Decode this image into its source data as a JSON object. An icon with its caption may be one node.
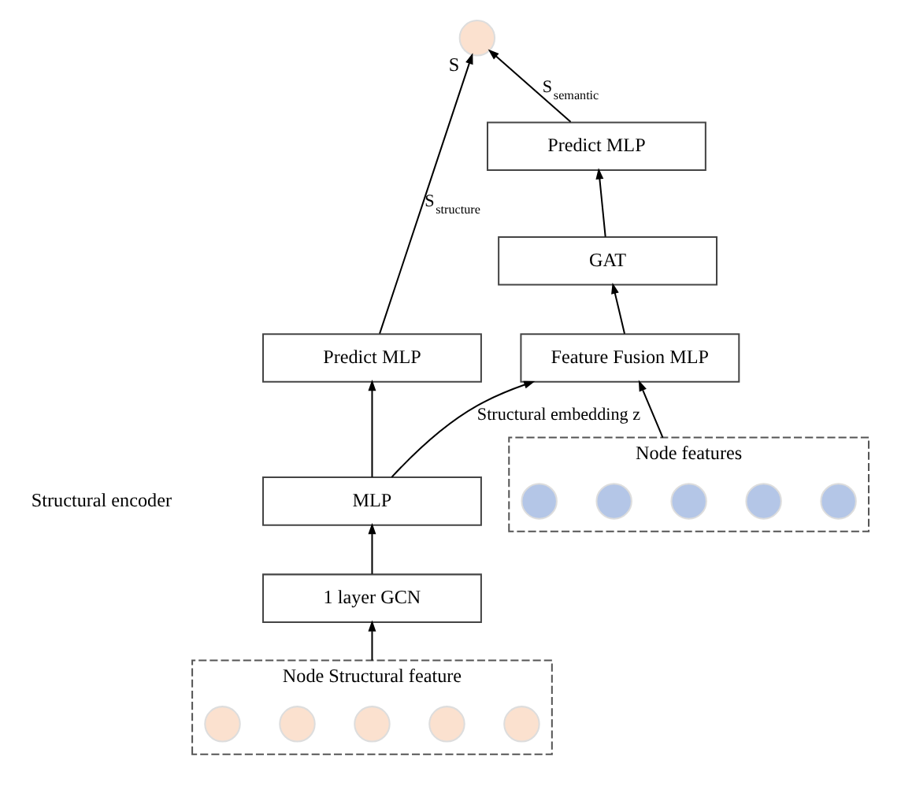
{
  "diagram": {
    "nodes": [
      {
        "text": [
          "S"
        ]
      },
      {
        "text": [
          "Predict MLP"
        ]
      },
      {
        "text": [
          "GAT"
        ]
      },
      {
        "text": [
          "Feature Fusion MLP"
        ]
      },
      {
        "text": [
          "Predict MLP"
        ]
      },
      {
        "text": [
          "MLP"
        ]
      },
      {
        "text": [
          "1 layer GCN"
        ]
      },
      {
        "text": [
          "Node Structural feature"
        ]
      },
      {
        "text": [],
        "shape": "circle",
        "in": 7
      },
      {
        "text": [],
        "shape": "circle",
        "in": 7
      },
      {
        "text": [],
        "shape": "circle",
        "in": 7
      },
      {
        "text": [],
        "shape": "circle",
        "in": 7
      },
      {
        "text": [],
        "shape": "circle",
        "in": 7
      },
      {
        "text": [
          "Node features"
        ]
      },
      {
        "text": [],
        "shape": "circle",
        "in": 13
      },
      {
        "text": [],
        "shape": "circle",
        "in": 13
      },
      {
        "text": [],
        "shape": "circle",
        "in": 13
      },
      {
        "text": [],
        "shape": "circle",
        "in": 13
      },
      {
        "text": [],
        "shape": "circle",
        "in": 13
      }
    ],
    "edges": [
      {
        "from": 4,
        "to": 0,
        "arrow": "to",
        "label": "S$_{structure}$"
      },
      {
        "from": 1,
        "to": 0,
        "arrow": "to",
        "label": "S$_{semantic}$"
      },
      {
        "from": 2,
        "to": 1,
        "arrow": "to"
      },
      {
        "from": 3,
        "to": 2,
        "arrow": "to"
      },
      {
        "from": 5,
        "to": 4,
        "arrow": "to"
      },
      {
        "from": 6,
        "to": 5,
        "arrow": "to"
      },
      {
        "from": 7,
        "to": 6,
        "arrow": "to"
      },
      {
        "from": 13,
        "to": 3,
        "arrow": "to"
      },
      {
        "from": 5,
        "to": 3,
        "arrow": "to",
        "label": "Structural embedding z"
      }
    ],
    "labels": [
      "Structural encoder"
    ]
  }
}
